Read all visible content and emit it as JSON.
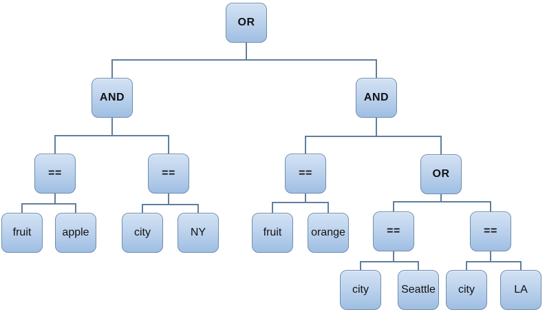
{
  "diagram": {
    "kind": "boolean-expression-tree",
    "background": "#ffffff",
    "node_fill_top": "#d3e2f4",
    "node_fill_mid": "#bcd2ec",
    "node_fill_bottom": "#9fbee3",
    "node_border": "#6e8cac",
    "connector_color": "#5f7e9b",
    "text_color": "#111111"
  },
  "tree": {
    "label": "OR",
    "children": [
      {
        "label": "AND",
        "children": [
          {
            "label": "==",
            "children": [
              {
                "label": "fruit"
              },
              {
                "label": "apple"
              }
            ]
          },
          {
            "label": "==",
            "children": [
              {
                "label": "city"
              },
              {
                "label": "NY"
              }
            ]
          }
        ]
      },
      {
        "label": "AND",
        "children": [
          {
            "label": "==",
            "children": [
              {
                "label": "fruit"
              },
              {
                "label": "orange"
              }
            ]
          },
          {
            "label": "OR",
            "children": [
              {
                "label": "==",
                "children": [
                  {
                    "label": "city"
                  },
                  {
                    "label": "Seattle"
                  }
                ]
              },
              {
                "label": "==",
                "children": [
                  {
                    "label": "city"
                  },
                  {
                    "label": "LA"
                  }
                ]
              }
            ]
          }
        ]
      }
    ]
  },
  "nodes": [
    {
      "label": "OR"
    },
    {
      "label": "AND"
    },
    {
      "label": "AND"
    },
    {
      "label": "=="
    },
    {
      "label": "=="
    },
    {
      "label": "=="
    },
    {
      "label": "OR"
    },
    {
      "label": "fruit"
    },
    {
      "label": "apple"
    },
    {
      "label": "city"
    },
    {
      "label": "NY"
    },
    {
      "label": "fruit"
    },
    {
      "label": "orange"
    },
    {
      "label": "=="
    },
    {
      "label": "=="
    },
    {
      "label": "city"
    },
    {
      "label": "Seattle"
    },
    {
      "label": "city"
    },
    {
      "label": "LA"
    }
  ]
}
